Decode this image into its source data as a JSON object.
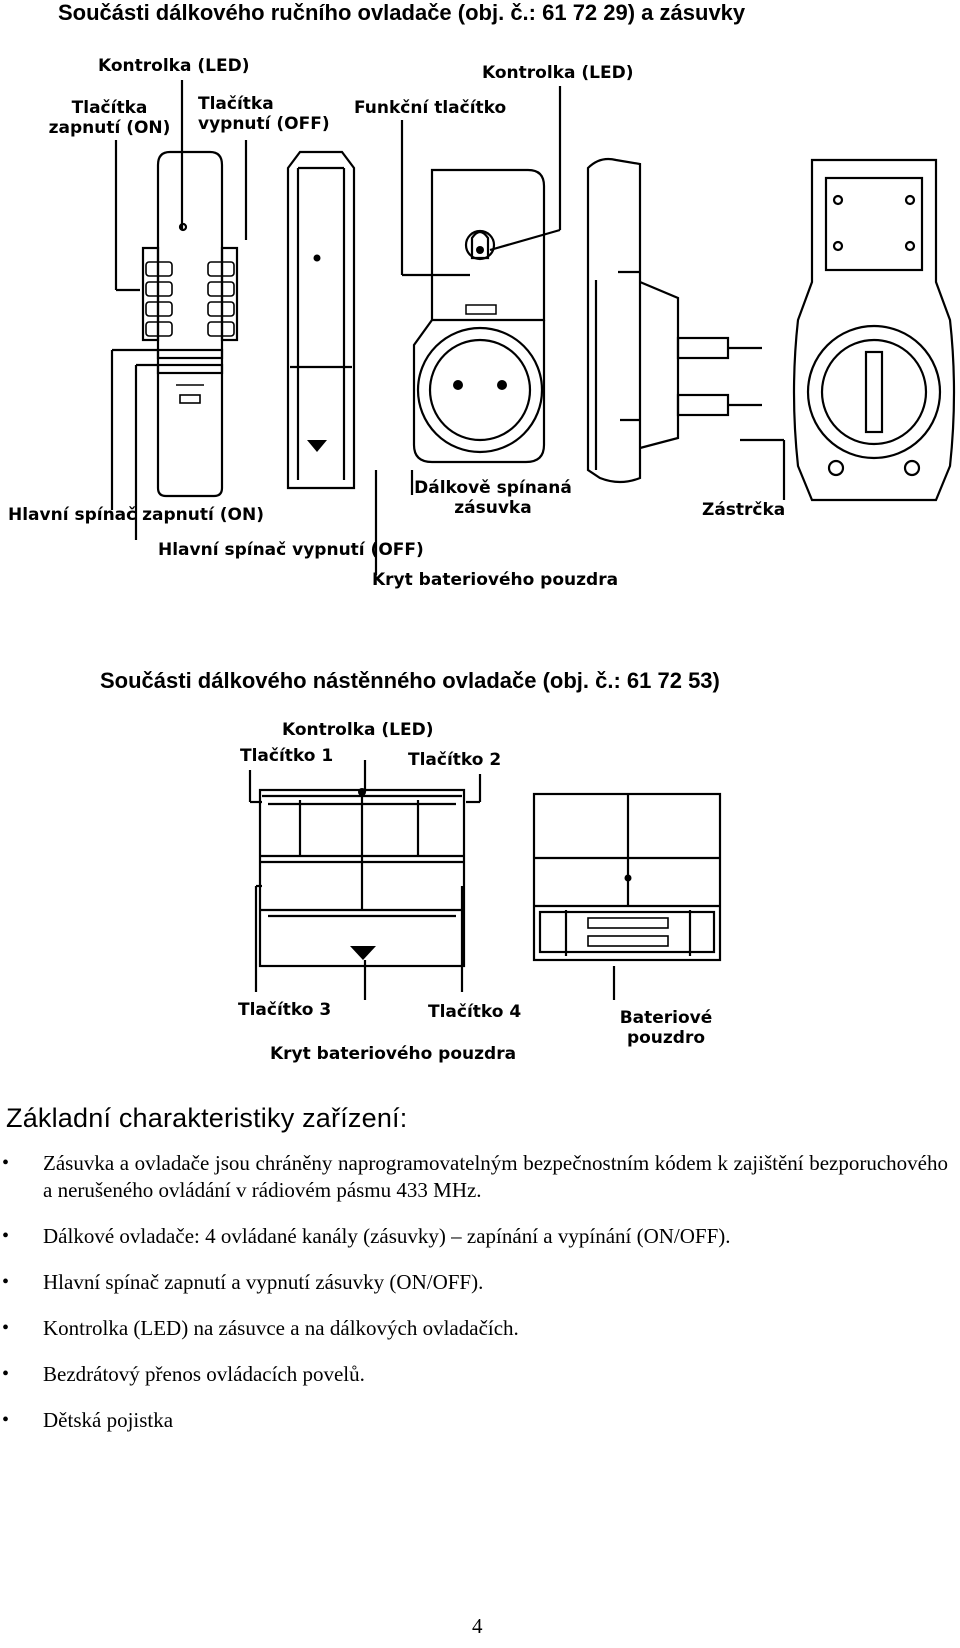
{
  "section1": {
    "title": "Součásti dálkového ručního ovladače (obj. č.: 61 72 29) a zásuvky",
    "labels": {
      "led_remote": "Kontrolka (LED)",
      "led_socket": "Kontrolka (LED)",
      "on_buttons": "Tlačítka zapnutí (ON)",
      "off_buttons": "Tlačítka vypnutí (OFF)",
      "function_button": "Funkční tlačítko",
      "master_on": "Hlavní spínač zapnutí (ON)",
      "master_off": "Hlavní spínač vypnutí (OFF)",
      "remote_socket": "Dálkově spínaná zásuvka",
      "battery_cover": "Kryt bateriového pouzdra",
      "plug": "Zástrčka"
    }
  },
  "section2": {
    "title": "Součásti dálkového nástěnného ovladače (obj. č.: 61 72 53)",
    "labels": {
      "led": "Kontrolka (LED)",
      "button1": "Tlačítko 1",
      "button2": "Tlačítko 2",
      "button3": "Tlačítko 3",
      "button4": "Tlačítko 4",
      "battery_cover": "Kryt bateriového pouzdra",
      "battery_compartment": "Bateriové pouzdro"
    }
  },
  "features": {
    "title": "Základní charakteristiky zařízení:",
    "items": [
      "Zásuvka a ovladače jsou chráněny naprogramovatelným bezpečnostním kódem k zajištění bezporuchového a nerušeného ovládání v rádiovém pásmu 433 MHz.",
      "Dálkové ovladače: 4 ovládané kanály (zásuvky) – zapínání a vypínání (ON/OFF).",
      "Hlavní spínač zapnutí a vypnutí zásuvky (ON/OFF).",
      "Kontrolka (LED) na zásuvce a na dálkových ovladačích.",
      "Bezdrátový přenos ovládacích povelů.",
      "Dětská pojistka"
    ]
  },
  "page_number": "4"
}
